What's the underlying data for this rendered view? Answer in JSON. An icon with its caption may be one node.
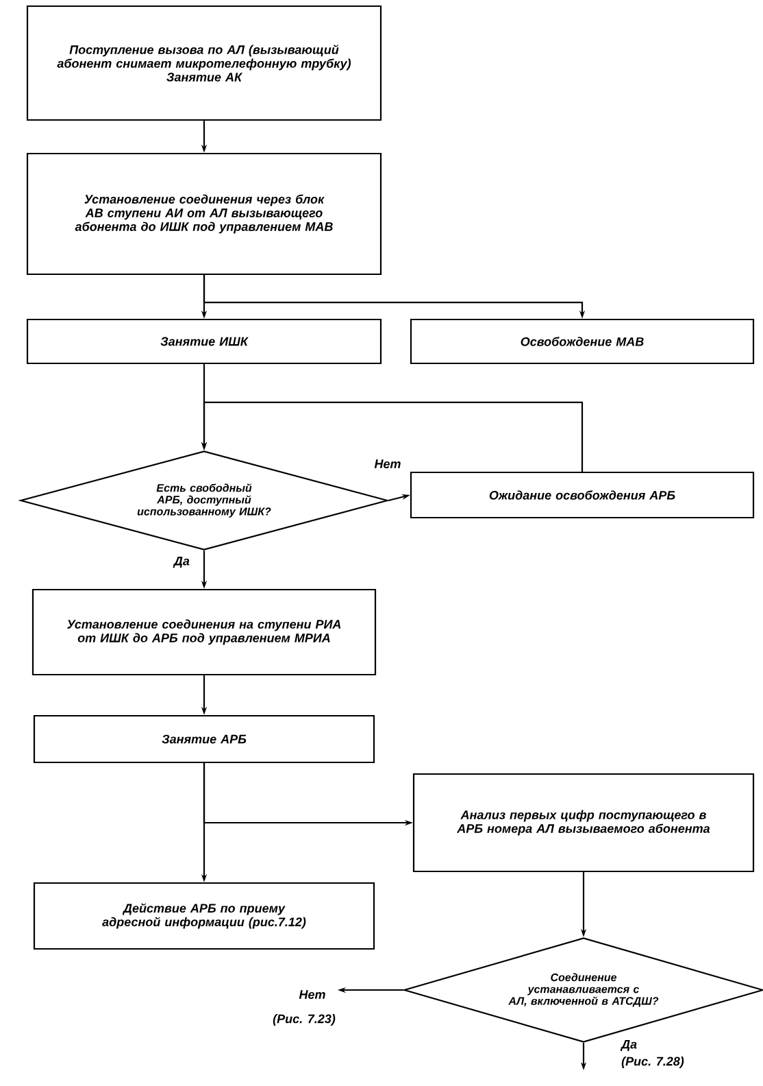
{
  "diagram": {
    "nodes": [
      {
        "text": [
          "Поступление вызова по АЛ (вызывающий абонент снимает микротелефонную трубку)",
          "Занятие АК"
        ]
      },
      {
        "text": [
          "Установление соединения через блок АВ ступени АИ от АЛ вызывающего абонента до ИШК под управлением МАВ"
        ]
      },
      {
        "text": [
          "Занятие ИШК"
        ]
      },
      {
        "text": [
          "Освобождение МАВ"
        ]
      },
      {
        "text": [
          "Есть свободный АРБ, доступный использованному ИШК?"
        ]
      },
      {
        "text": [
          "Ожидание освобождения АРБ"
        ]
      },
      {
        "text": [
          "Установление соединения на ступени РИА от ИШК до АРБ под управлением МРИА"
        ]
      },
      {
        "text": [
          "Занятие АРБ"
        ]
      },
      {
        "text": [
          "Анализ первых цифр поступающего в АРБ номера АЛ вызываемого абонента"
        ]
      },
      {
        "text": [
          "Действие АРБ по приему адресной информации (рис.7.12)"
        ]
      },
      {
        "text": [
          "Соединение устанавливается с АЛ, включенной в АТСДШ?"
        ]
      }
    ],
    "edges": [
      {
        "from": 0,
        "to": 1,
        "arrow": "to"
      },
      {
        "from": 1,
        "to": 2,
        "arrow": "to"
      },
      {
        "from": 1,
        "to": 3,
        "arrow": "to"
      },
      {
        "from": 2,
        "to": 4,
        "arrow": "to"
      },
      {
        "from": 4,
        "to": 5,
        "arrow": "to",
        "label": "Нет"
      },
      {
        "from": 5,
        "to": 4,
        "arrow": "to"
      },
      {
        "from": 4,
        "to": 6,
        "arrow": "to",
        "label": "Да"
      },
      {
        "from": 6,
        "to": 7,
        "arrow": "to"
      },
      {
        "from": 7,
        "to": 8,
        "arrow": "to"
      },
      {
        "from": 7,
        "to": 9,
        "arrow": "to"
      },
      {
        "from": 8,
        "to": 10,
        "arrow": "to"
      },
      {
        "from": 10,
        "to": null,
        "arrow": "to",
        "label": "Нет"
      },
      {
        "from": 10,
        "to": null,
        "arrow": "to",
        "label": "Да"
      }
    ],
    "labels": [
      "(Рис. 7.23)",
      "(Рис. 7.28)"
    ]
  }
}
